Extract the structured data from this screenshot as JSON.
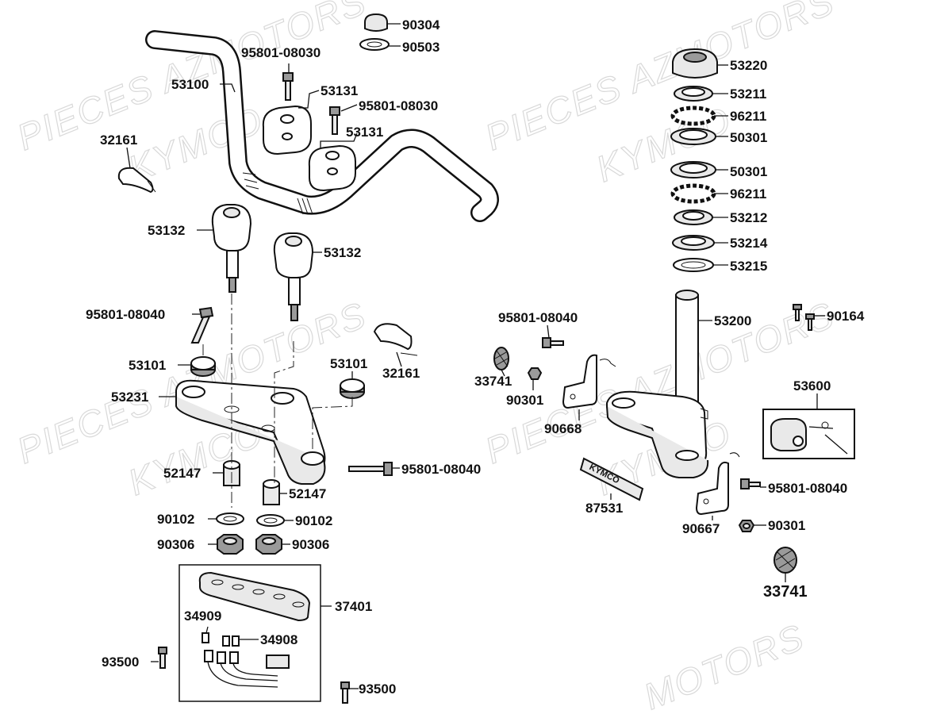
{
  "watermarks": [
    {
      "text": "PIECES AZMOTORS"
    },
    {
      "text": "KYMCO"
    },
    {
      "text": "PIECES AZMOTORS"
    },
    {
      "text": "KYMCO"
    },
    {
      "text": "PIECES AZMOTORS"
    },
    {
      "text": "KYMCO"
    },
    {
      "text": "PIECES AZMOTORS"
    },
    {
      "text": "KYMCO"
    },
    {
      "text": "MOTORS"
    }
  ],
  "emblem_text": "KYMCO",
  "labels": {
    "p90304": "90304",
    "p90503": "90503",
    "p95801_08030_a": "95801-08030",
    "p53100": "53100",
    "p53131_a": "53131",
    "p95801_08030_b": "95801-08030",
    "p53131_b": "53131",
    "p32161_a": "32161",
    "p53132_a": "53132",
    "p53132_b": "53132",
    "p95801_08040_a": "95801-08040",
    "p32161_b": "32161",
    "p53101_a": "53101",
    "p53101_b": "53101",
    "p53231": "53231",
    "p52147_a": "52147",
    "p95801_08040_b": "95801-08040",
    "p52147_b": "52147",
    "p90102_a": "90102",
    "p90102_b": "90102",
    "p90306_a": "90306",
    "p90306_b": "90306",
    "p37401": "37401",
    "p34909": "34909",
    "p34908": "34908",
    "p93500_a": "93500",
    "p93500_b": "93500",
    "p53220": "53220",
    "p53211": "53211",
    "p96211_a": "96211",
    "p50301_a": "50301",
    "p50301_b": "50301",
    "p96211_b": "96211",
    "p53212": "53212",
    "p53214": "53214",
    "p53215": "53215",
    "p53200": "53200",
    "p95801_08040_c": "95801-08040",
    "p90164": "90164",
    "p33741_a": "33741",
    "p90301_a": "90301",
    "p90668": "90668",
    "p53600": "53600",
    "p87531": "87531",
    "p95801_08040_d": "95801-08040",
    "p90667": "90667",
    "p90301_b": "90301",
    "p33741_b": "33741"
  }
}
